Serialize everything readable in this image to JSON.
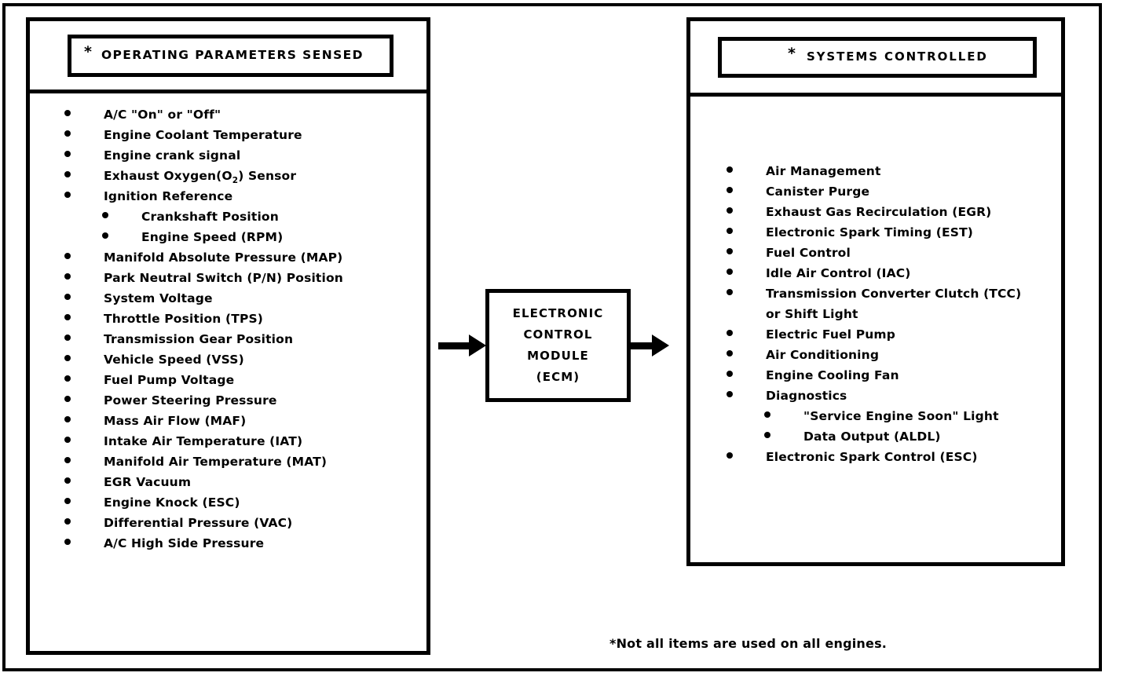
{
  "diagram": {
    "footnote": "*Not all items are used on all engines.",
    "ecm": {
      "lines": [
        "ELECTRONIC",
        "CONTROL",
        "MODULE",
        "(ECM)"
      ],
      "line1": "ELECTRONIC",
      "line2": "CONTROL",
      "line3": "MODULE",
      "line4": "(ECM)"
    },
    "sensed": {
      "asterisk": "*",
      "title": "OPERATING PARAMETERS SENSED",
      "items": [
        {
          "level": 1,
          "text": "A/C \"On\" or \"Off\""
        },
        {
          "level": 1,
          "text": "Engine Coolant Temperature"
        },
        {
          "level": 1,
          "text": "Engine crank signal"
        },
        {
          "level": 1,
          "text": "Exhaust Oxygen(O2) Sensor",
          "html": "Exhaust Oxygen(O<sub>2</sub>) Sensor"
        },
        {
          "level": 1,
          "text": "Ignition Reference"
        },
        {
          "level": 2,
          "text": "Crankshaft Position"
        },
        {
          "level": 2,
          "text": "Engine Speed (RPM)"
        },
        {
          "level": 1,
          "text": "Manifold Absolute Pressure  (MAP)"
        },
        {
          "level": 1,
          "text": "Park Neutral Switch (P/N) Position"
        },
        {
          "level": 1,
          "text": "System Voltage"
        },
        {
          "level": 1,
          "text": "Throttle Position (TPS)"
        },
        {
          "level": 1,
          "text": "Transmission Gear Position"
        },
        {
          "level": 1,
          "text": "Vehicle Speed (VSS)"
        },
        {
          "level": 1,
          "text": "Fuel Pump Voltage"
        },
        {
          "level": 1,
          "text": "Power Steering Pressure"
        },
        {
          "level": 1,
          "text": "Mass Air Flow (MAF)"
        },
        {
          "level": 1,
          "text": "Intake Air Temperature (IAT)"
        },
        {
          "level": 1,
          "text": "Manifold Air Temperature (MAT)"
        },
        {
          "level": 1,
          "text": "EGR  Vacuum"
        },
        {
          "level": 1,
          "text": "Engine Knock (ESC)"
        },
        {
          "level": 1,
          "text": "Differential Pressure (VAC)"
        },
        {
          "level": 1,
          "text": "A/C High Side Pressure"
        }
      ]
    },
    "controlled": {
      "asterisk": "*",
      "title": "SYSTEMS CONTROLLED",
      "items": [
        {
          "level": 1,
          "text": "Air Management"
        },
        {
          "level": 1,
          "text": "Canister Purge"
        },
        {
          "level": 1,
          "text": "Exhaust Gas Recirculation (EGR)"
        },
        {
          "level": 1,
          "text": "Electronic Spark Timing (EST)"
        },
        {
          "level": 1,
          "text": "Fuel Control"
        },
        {
          "level": 1,
          "text": "Idle Air Control (IAC)"
        },
        {
          "level": 1,
          "text": "Transmission Converter Clutch (TCC)"
        },
        {
          "level": 1,
          "continuation": true,
          "text": "or Shift Light"
        },
        {
          "level": 1,
          "text": "Electric Fuel Pump"
        },
        {
          "level": 1,
          "text": "Air Conditioning"
        },
        {
          "level": 1,
          "text": "Engine Cooling Fan"
        },
        {
          "level": 1,
          "text": "Diagnostics"
        },
        {
          "level": 2,
          "text": "\"Service Engine Soon\" Light"
        },
        {
          "level": 2,
          "text": "Data Output (ALDL)"
        },
        {
          "level": 1,
          "text": "Electronic Spark Control (ESC)"
        }
      ]
    },
    "arrows": {
      "input": "arrow-right",
      "output": "arrow-right"
    },
    "colors": {
      "ink": "#000000",
      "background": "#ffffff"
    }
  }
}
